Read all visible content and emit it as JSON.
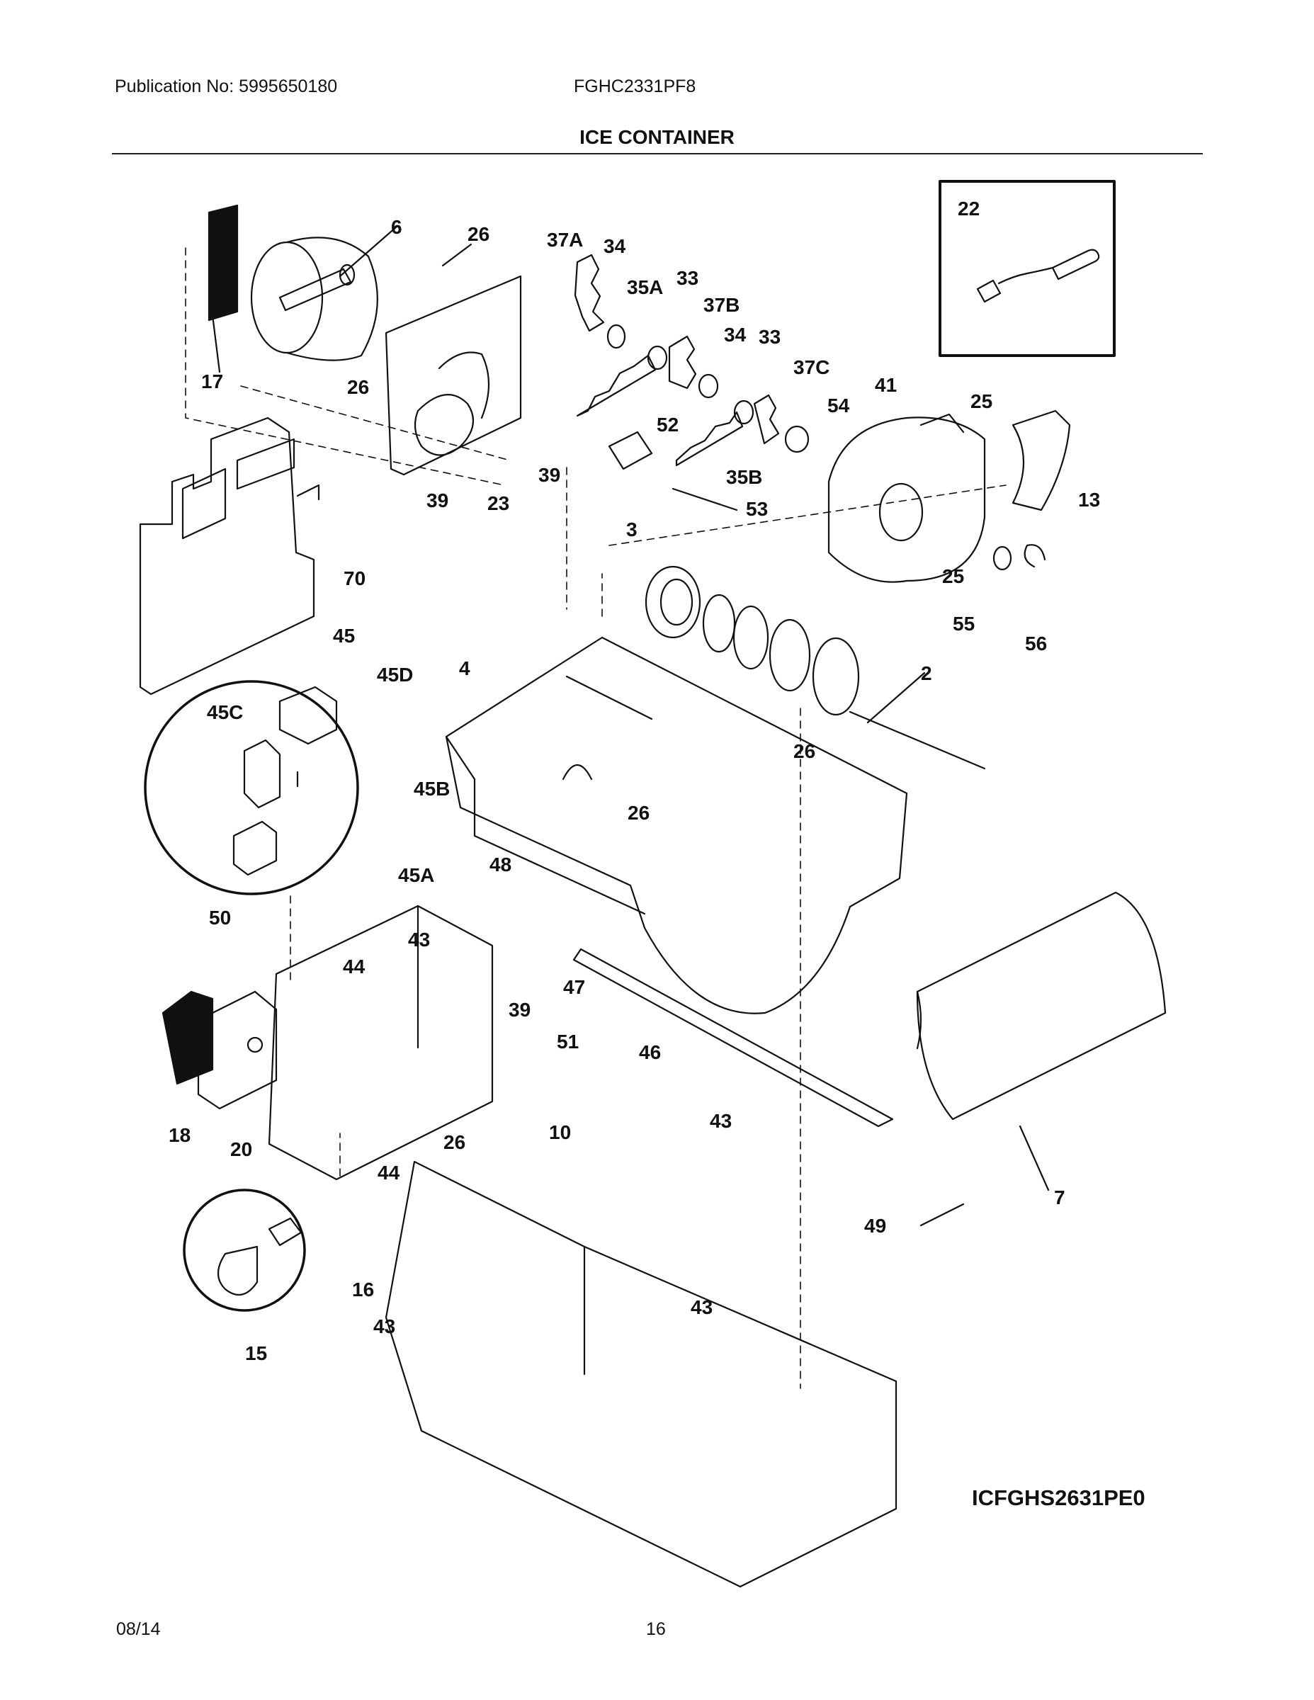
{
  "header": {
    "publication": "Publication No: 5995650180",
    "model": "FGHC2331PF8",
    "title": "ICE CONTAINER"
  },
  "diagram_code": "ICFGHS2631PE0",
  "footer": {
    "date": "08/14",
    "page": "16"
  },
  "callouts": {
    "c22": "22",
    "c6": "6",
    "c26a": "26",
    "c37A": "37A",
    "c34a": "34",
    "c35A": "35A",
    "c33a": "33",
    "c37B": "37B",
    "c34b": "34",
    "c33b": "33",
    "c37C": "37C",
    "c17": "17",
    "c26b": "26",
    "c41": "41",
    "c25a": "25",
    "c54": "54",
    "c52": "52",
    "c13": "13",
    "c39a": "39",
    "c23": "23",
    "c39b": "39",
    "c35B": "35B",
    "c53": "53",
    "c3": "3",
    "c25b": "25",
    "c70": "70",
    "c55": "55",
    "c56": "56",
    "c45": "45",
    "c4": "4",
    "c2": "2",
    "c45D": "45D",
    "c45C": "45C",
    "c26c": "26",
    "c45B": "45B",
    "c26d": "26",
    "c45A": "45A",
    "c48": "48",
    "c50": "50",
    "c43a": "43",
    "c44a": "44",
    "c47": "47",
    "c39c": "39",
    "c51": "51",
    "c46": "46",
    "c43b": "43",
    "c10": "10",
    "c18": "18",
    "c20": "20",
    "c26e": "26",
    "c44b": "44",
    "c7": "7",
    "c49": "49",
    "c16": "16",
    "c43c": "43",
    "c15": "15",
    "c43d": "43"
  }
}
